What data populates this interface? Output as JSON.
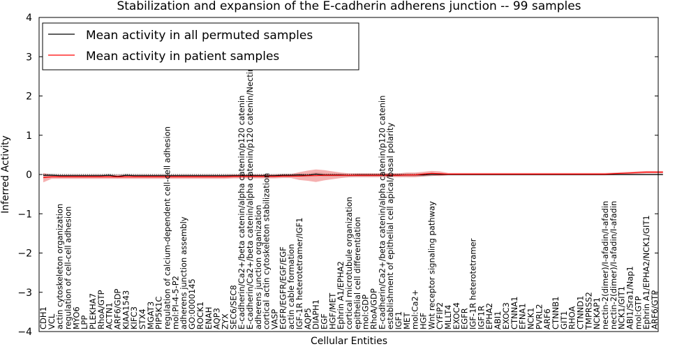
{
  "chart_data": {
    "type": "line",
    "title": "Stabilization and expansion of the E-cadherin adherens junction -- 99 samples",
    "xlabel": "Cellular Entities",
    "ylabel": "Inferred Activity",
    "ylim": [
      -4,
      4
    ],
    "yticks": [
      -4,
      -3,
      -2,
      -1,
      0,
      1,
      2,
      3,
      4
    ],
    "ytick_labels": [
      "−4",
      "−3",
      "−2",
      "−1",
      "0",
      "1",
      "2",
      "3",
      "4"
    ],
    "grid": false,
    "legend_position": "top-left",
    "categories": [
      "CDH1",
      "VCL",
      "actin cytoskeleton organization",
      "regulation of cell-cell adhesion",
      "MYO6",
      "LPP",
      "PLEKHA7",
      "RhoA/GTP",
      "ACTN1",
      "ARF6/GDP",
      "KIAA1543",
      "KIFC3",
      "STX4",
      "MGAT3",
      "PIP5K1C",
      "regulation of calcium-dependent cell-cell adhesion",
      "mol:PI-4-5-P2",
      "adherens junction assembly",
      "GO:0000145",
      "ROCK1",
      "ENAH",
      "AQP3",
      "ZYX",
      "SEC6/SEC8",
      "E-cadherin/Ca2+/beta catenin/alpha catenin/p120 catenin",
      "E-cadherin/Ca2+/beta catenin/alpha catenin/p120 catenin/Nectin",
      "adherens junction organization",
      "cortical actin cytoskeleton stabilization",
      "VASP",
      "EGFR/EGFR/EGF/EGF",
      "actin cable formation",
      "IGF-1R heterotetramer/IGF1",
      "AQP5",
      "DIAPH1",
      "EGF",
      "HGF/MET",
      "Ephrin A1/EPHA2",
      "cortical microtubule organization",
      "epithelial cell differentiation",
      "mol:GDP",
      "RhoA/GDP",
      "E-cadherin/Ca2+/beta catenin/alpha catenin/p120 catenin",
      "establishment of epithelial cell apical/basal polarity",
      "IGF1",
      "MET",
      "mol:Ca2+",
      "HGF",
      "Wnt receptor signaling pathway",
      "CYFIP2",
      "MLLT4",
      "EXOC4",
      "EGFR",
      "IGF-1R heterotetramer",
      "IGF1R",
      "EPHA2",
      "ABI1",
      "EXOC3",
      "CTNNA1",
      "EFNA1",
      "NCK1",
      "PVRL2",
      "ARF6",
      "CTNNB1",
      "GIT1",
      "RHOA",
      "CTNND1",
      "TMPRSS2",
      "NCKAP1",
      "nectin-2(dimer)/I-afadin/I-afadin",
      "nectin-2(dimer)/I-afadin/I-afadin",
      "NCK1/GIT1",
      "ABI1/Sra1/Nap1",
      "mol:GTP",
      "Ephrin A1/EPHA2/NCK1/GIT1",
      "ARF6/GTP"
    ],
    "series": [
      {
        "name": "Mean activity in all permuted samples",
        "color": "#000000",
        "values": [
          -0.02,
          -0.02,
          -0.03,
          -0.03,
          -0.03,
          -0.03,
          -0.03,
          -0.03,
          -0.02,
          -0.05,
          -0.02,
          -0.03,
          -0.03,
          -0.03,
          -0.03,
          -0.03,
          -0.03,
          -0.03,
          -0.03,
          -0.03,
          -0.03,
          -0.03,
          -0.03,
          -0.03,
          -0.03,
          -0.03,
          -0.03,
          -0.03,
          -0.03,
          -0.02,
          -0.02,
          -0.01,
          -0.02,
          0.01,
          -0.01,
          -0.01,
          -0.01,
          -0.02,
          -0.01,
          -0.01,
          -0.01,
          -0.01,
          -0.01,
          -0.01,
          -0.01,
          -0.01,
          -0.01,
          0.0,
          0.0,
          0.0,
          0.0,
          0.0,
          0.0,
          0.0,
          0.0,
          0.0,
          0.0,
          0.0,
          0.0,
          0.0,
          0.0,
          0.0,
          0.0,
          0.0,
          0.0,
          0.0,
          0.0,
          0.0,
          0.0,
          0.0,
          0.0,
          0.0,
          0.0,
          0.0,
          0.0,
          0.0
        ]
      },
      {
        "name": "Mean activity in patient samples",
        "color": "#ff0000",
        "values": [
          -0.08,
          -0.06,
          -0.06,
          -0.06,
          -0.06,
          -0.06,
          -0.06,
          -0.06,
          -0.06,
          -0.06,
          -0.06,
          -0.06,
          -0.06,
          -0.06,
          -0.06,
          -0.06,
          -0.06,
          -0.06,
          -0.06,
          -0.06,
          -0.06,
          -0.06,
          -0.06,
          -0.05,
          -0.05,
          -0.05,
          -0.05,
          -0.05,
          -0.05,
          -0.04,
          -0.04,
          -0.04,
          -0.03,
          -0.03,
          -0.02,
          -0.02,
          -0.02,
          -0.02,
          -0.02,
          -0.02,
          -0.02,
          -0.02,
          -0.02,
          -0.02,
          -0.01,
          -0.01,
          0.01,
          0.03,
          0.02,
          0.01,
          0.01,
          0.01,
          0.01,
          0.01,
          0.01,
          0.01,
          0.01,
          0.01,
          0.01,
          0.01,
          0.01,
          0.01,
          0.01,
          0.01,
          0.01,
          0.01,
          0.01,
          0.01,
          0.01,
          0.02,
          0.03,
          0.04,
          0.05,
          0.06,
          0.06,
          0.06
        ]
      }
    ]
  }
}
